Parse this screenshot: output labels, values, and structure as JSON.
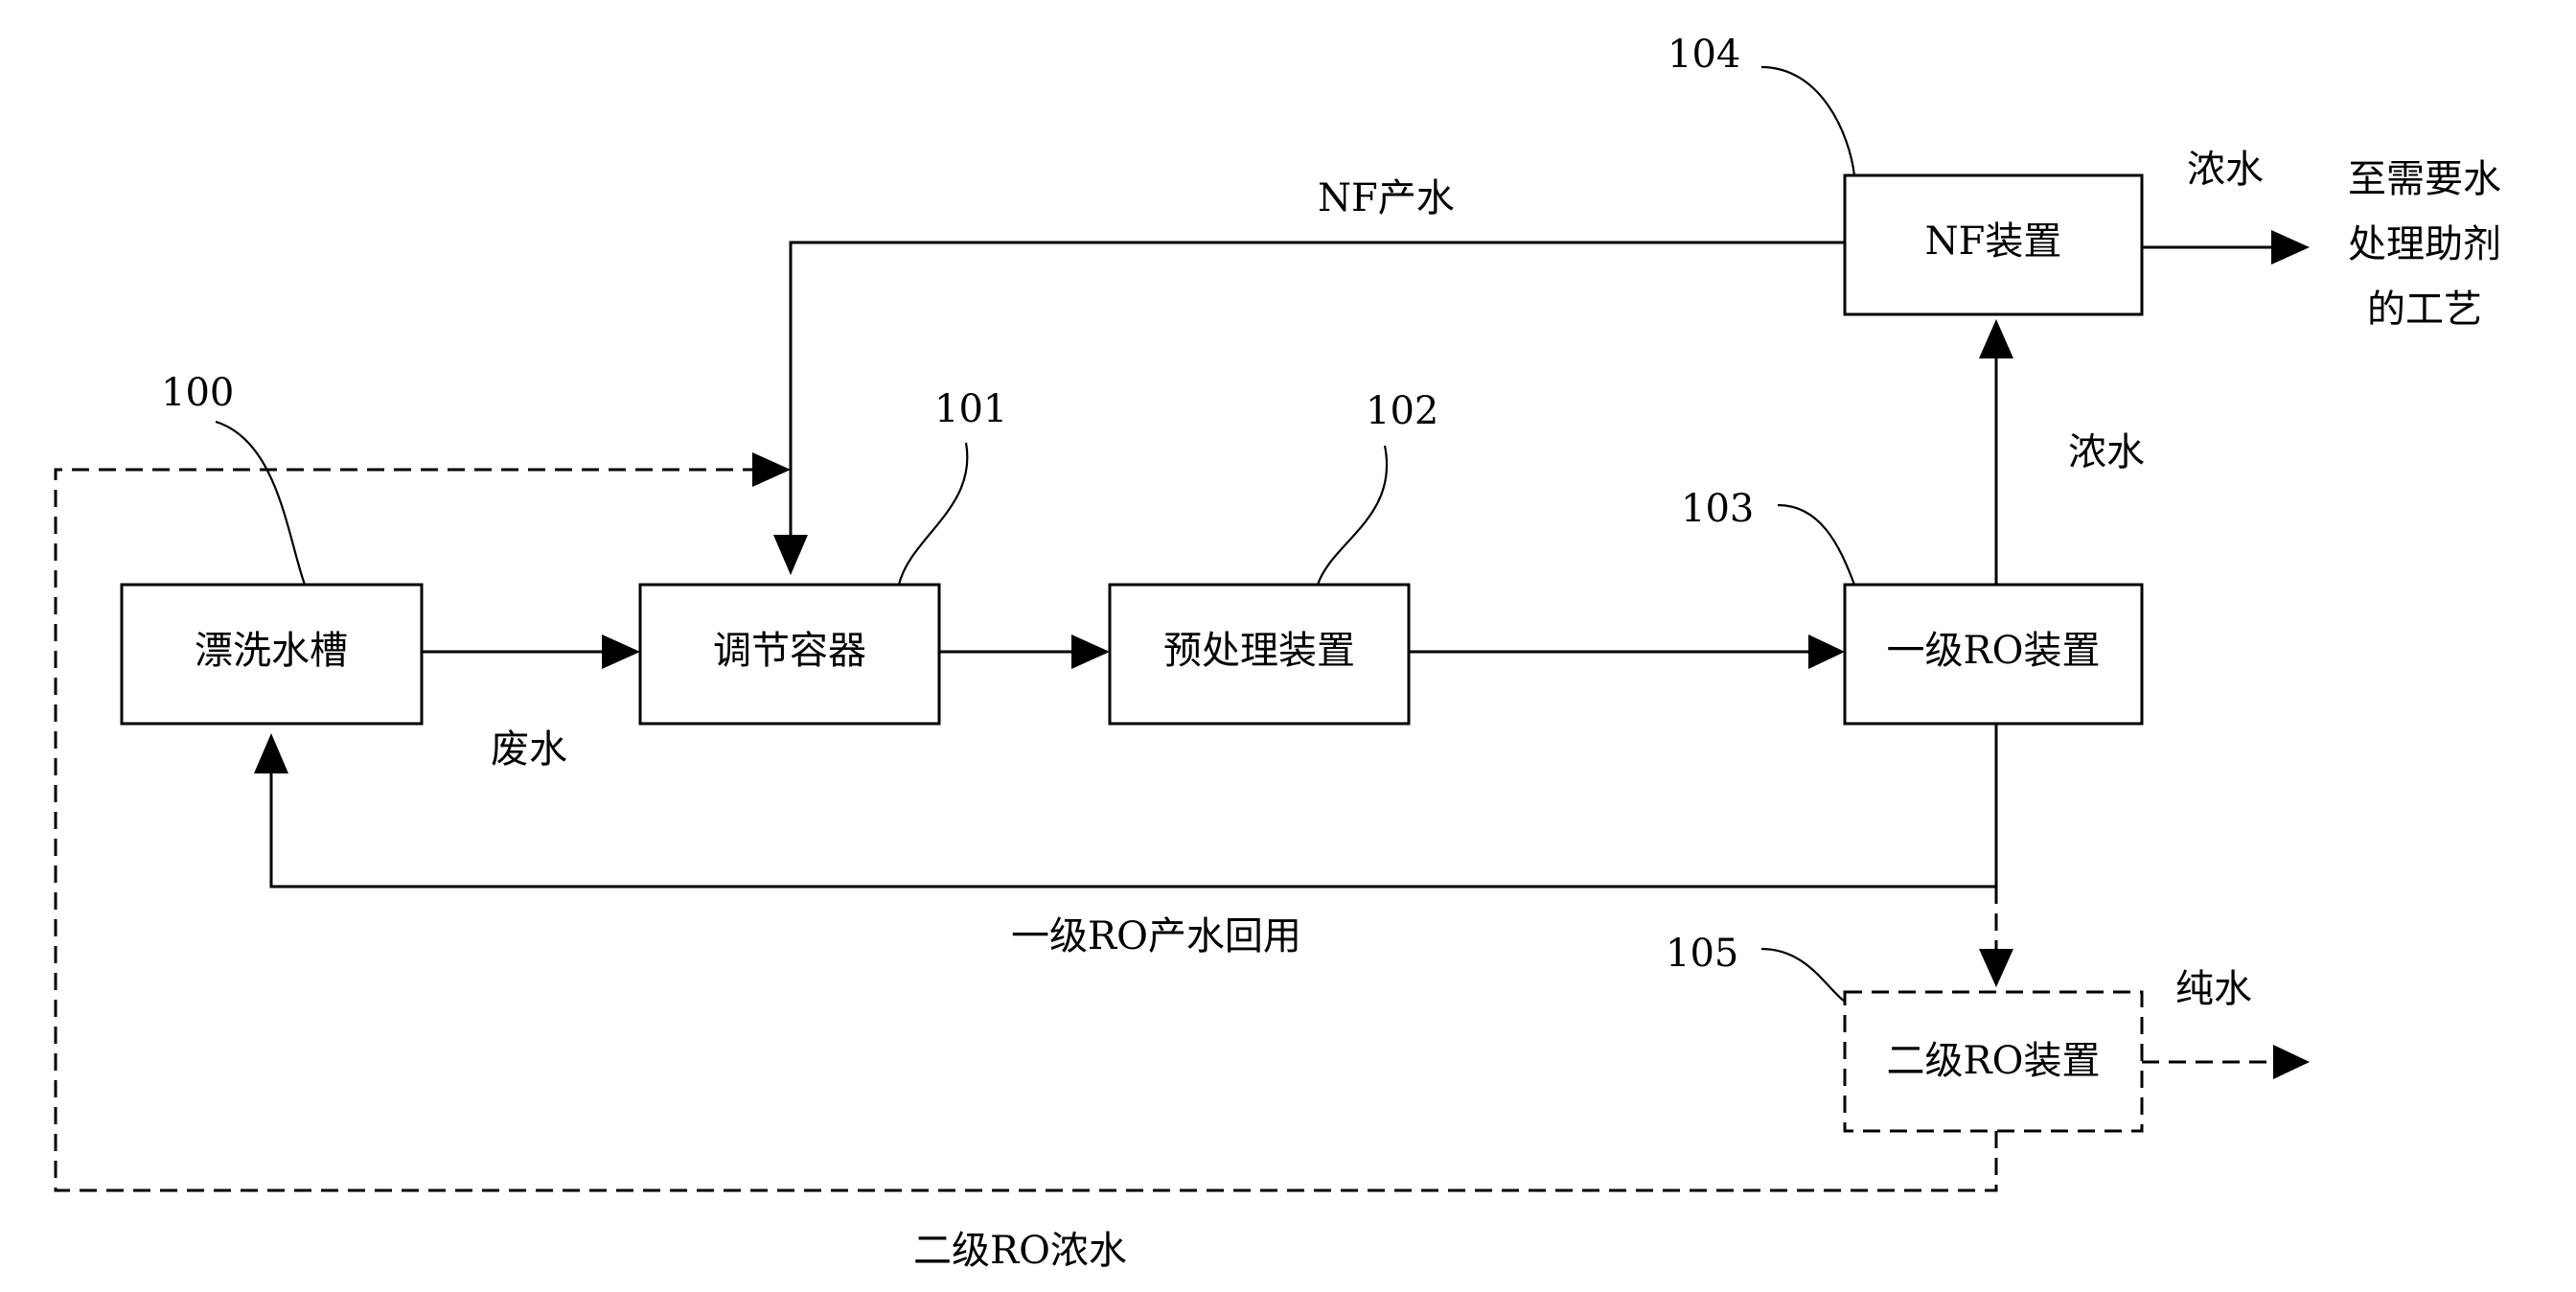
{
  "boxes": {
    "rinse_tank": "漂洗水槽",
    "regulating_vessel": "调节容器",
    "pretreatment_unit": "预处理装置",
    "ro1_unit": "一级RO装置",
    "nf_unit": "NF装置",
    "ro2_unit": "二级RO装置"
  },
  "ref_numbers": {
    "rinse_tank": "100",
    "regulating_vessel": "101",
    "pretreatment_unit": "102",
    "ro1_unit": "103",
    "nf_unit": "104",
    "ro2_unit": "105"
  },
  "flow_labels": {
    "wastewater": "废水",
    "nf_permeate": "NF产水",
    "nf_concentrate": "浓水",
    "ro1_concentrate": "浓水",
    "ro1_permeate_reuse": "一级RO产水回用",
    "pure_water": "纯水",
    "ro2_concentrate": "二级RO浓水"
  },
  "destination": {
    "line1": "至需要水",
    "line2": "处理助剂",
    "line3": "的工艺"
  }
}
